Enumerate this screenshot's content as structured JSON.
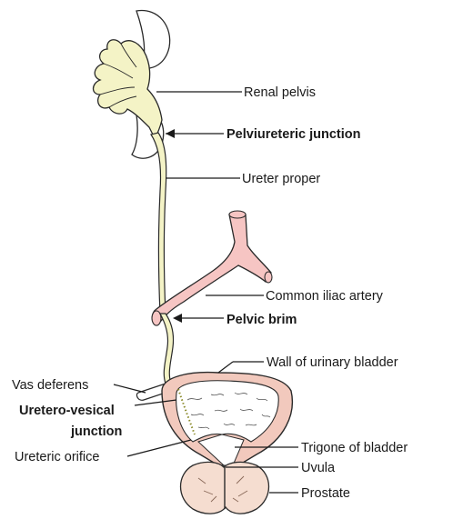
{
  "labels": {
    "renal_pelvis": "Renal pelvis",
    "pelviureteric_junction": "Pelviureteric junction",
    "ureter_proper": "Ureter proper",
    "common_iliac_artery": "Common iliac artery",
    "pelvic_brim": "Pelvic brim",
    "wall_of_urinary_bladder": "Wall of urinary bladder",
    "vas_deferens": "Vas deferens",
    "uretero_vesical_junction_line1": "Uretero-vesical",
    "uretero_vesical_junction_line2": "junction",
    "ureteric_orifice": "Ureteric orifice",
    "trigone_of_bladder": "Trigone of bladder",
    "uvula": "Uvula",
    "prostate": "Prostate"
  },
  "colors": {
    "ureter": "#f4f3c6",
    "artery": "#f6c5c3",
    "bladder_wall": "#f2c9bd",
    "prostate": "#f5ddd0",
    "outline": "#2a2a2a"
  }
}
